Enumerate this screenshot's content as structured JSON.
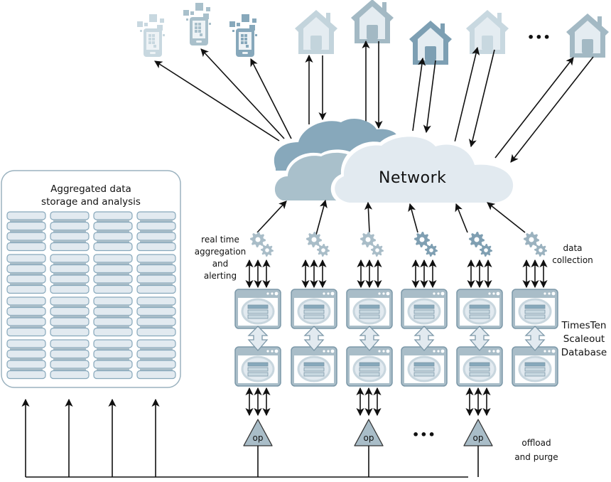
{
  "diagram": {
    "network_label": "Network",
    "storage": {
      "title_line1": "Aggregated data",
      "title_line2": "storage and analysis",
      "columns": 4,
      "groups": 4,
      "disks_per_group": 4
    },
    "labels": {
      "realtime_line1": "real time",
      "realtime_line2": "aggregation",
      "realtime_line3": "and",
      "realtime_line4": "alerting",
      "collection_line1": "data",
      "collection_line2": "collection",
      "db_line1": "TimesTen",
      "db_line2": "Scaleout",
      "db_line3": "Database",
      "offload_line1": "offload",
      "offload_line2": "and purge"
    },
    "ellipsis": "•••",
    "op_label": "op",
    "devices": [
      {
        "type": "mobile",
        "color": "#c8d8e0"
      },
      {
        "type": "mobile",
        "color": "#a9c0cb"
      },
      {
        "type": "mobile",
        "color": "#87a8bb"
      }
    ],
    "houses": [
      {
        "color": "#c3d4dc"
      },
      {
        "color": "#a3b9c4"
      },
      {
        "color": "#7d9fb3"
      },
      {
        "color": "#c8d8e0"
      },
      {
        "color": "#a3b9c4"
      }
    ],
    "gear_colors": [
      "#a9bdc8",
      "#a9bdc8",
      "#a9bdc8",
      "#7f9fb2",
      "#7f9fb2",
      "#9bb2bf"
    ],
    "db_columns": 6,
    "op_nodes": 3,
    "colors": {
      "cloud_dark": "#87a8bb",
      "cloud_mid": "#a9c0cb",
      "cloud_light": "#e2eaf0",
      "db_frame": "#7c98a8",
      "db_fill": "#e2eaf0",
      "op_fill": "#a9bdc8",
      "storage_border": "#9bb2bf"
    }
  }
}
